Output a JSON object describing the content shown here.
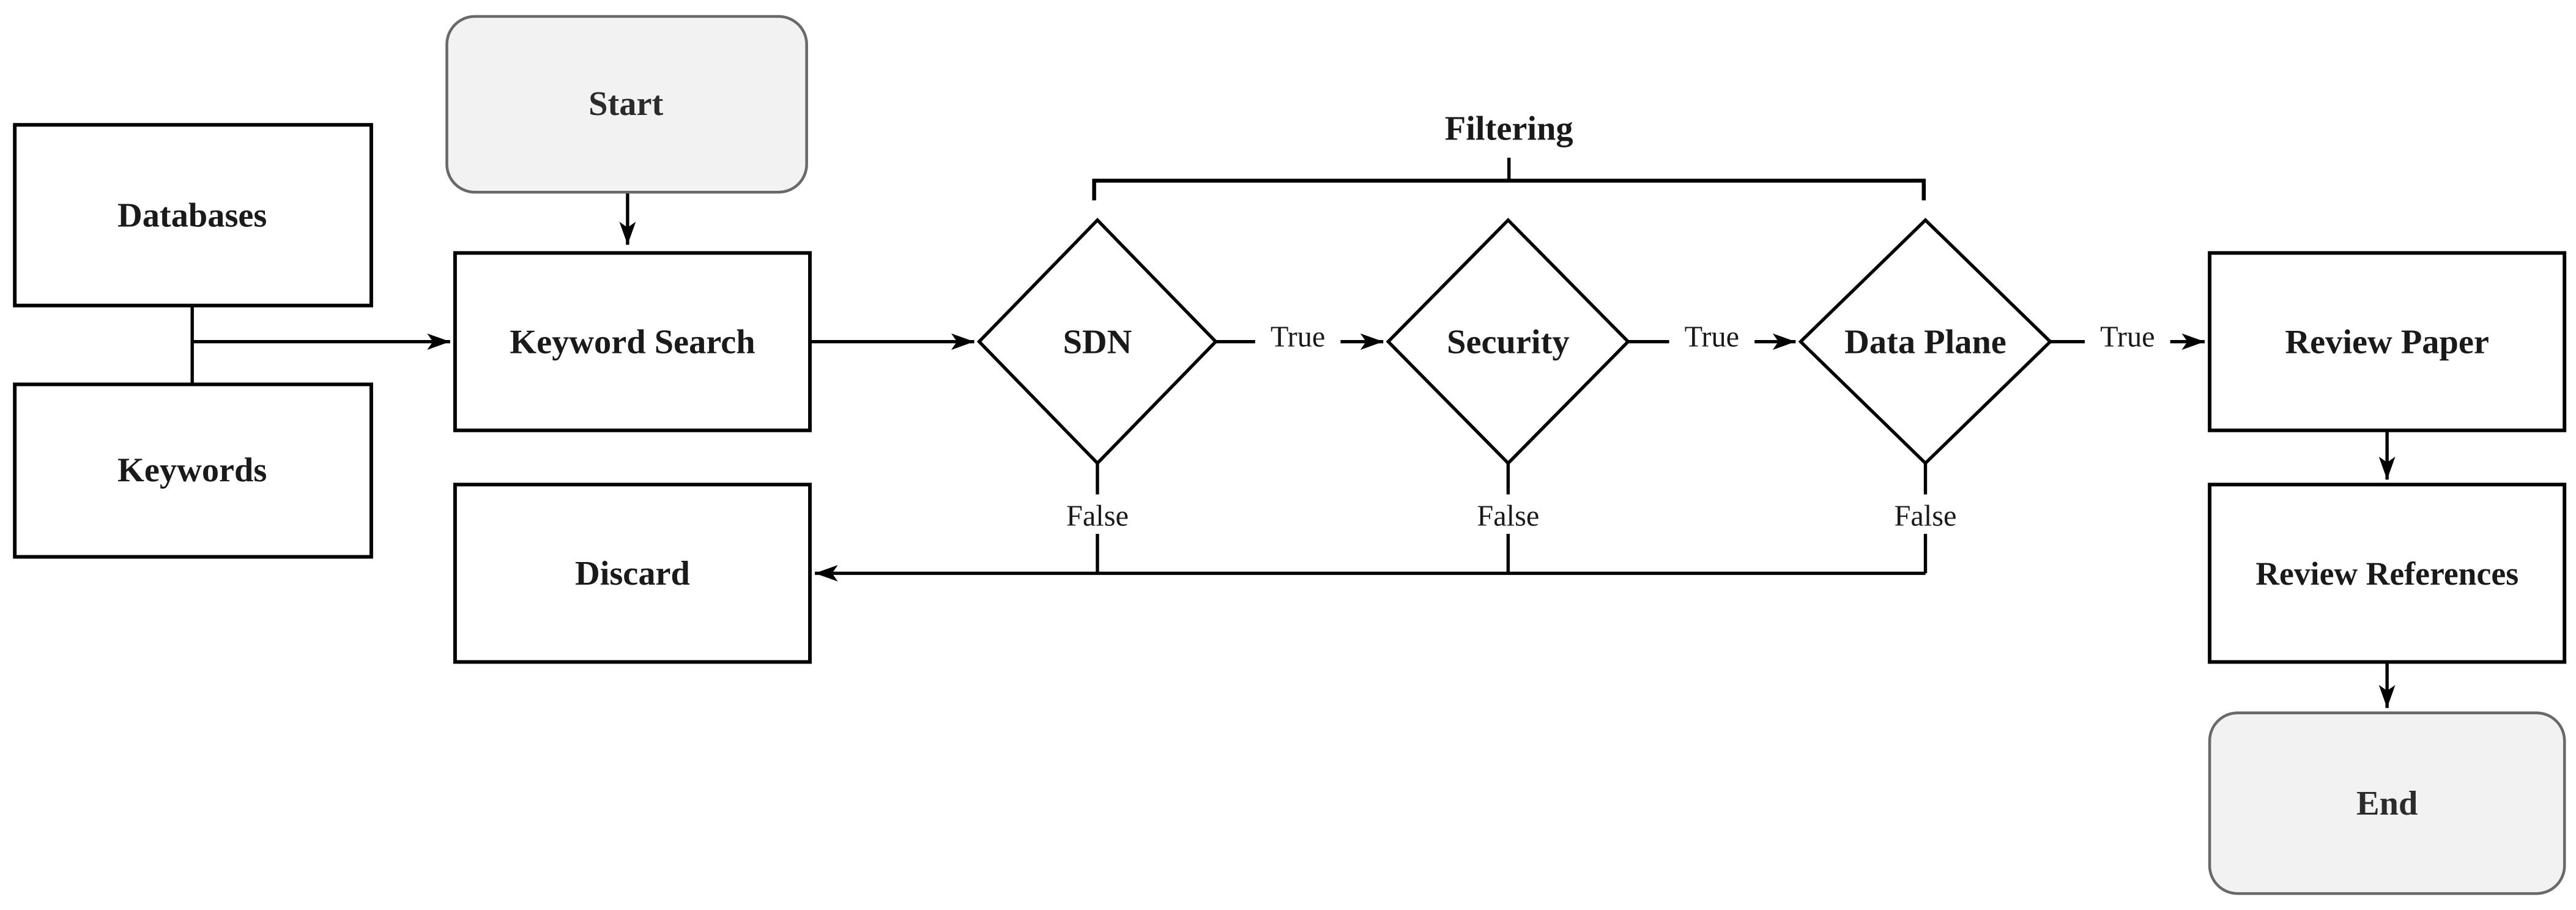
{
  "diagram": {
    "nodes": {
      "start": {
        "label": "Start"
      },
      "databases": {
        "label": "Databases"
      },
      "keywords": {
        "label": "Keywords"
      },
      "keyword_search": {
        "label": "Keyword Search"
      },
      "sdn": {
        "label": "SDN"
      },
      "security": {
        "label": "Security"
      },
      "data_plane": {
        "label": "Data Plane"
      },
      "discard": {
        "label": "Discard"
      },
      "review_paper": {
        "label": "Review Paper"
      },
      "review_references": {
        "label": "Review References"
      },
      "end": {
        "label": "End"
      }
    },
    "group_label": "Filtering",
    "edge_labels": {
      "sdn_true": "True",
      "security_true": "True",
      "data_plane_true": "True",
      "sdn_false": "False",
      "security_false": "False",
      "data_plane_false": "False"
    },
    "colors": {
      "line": "#000000",
      "process_fill": "#ffffff",
      "process_stroke": "#000000",
      "terminator_fill": "#f2f2f2",
      "terminator_stroke": "#696969",
      "text": "#1a1a1a",
      "background": "#ffffff"
    }
  }
}
